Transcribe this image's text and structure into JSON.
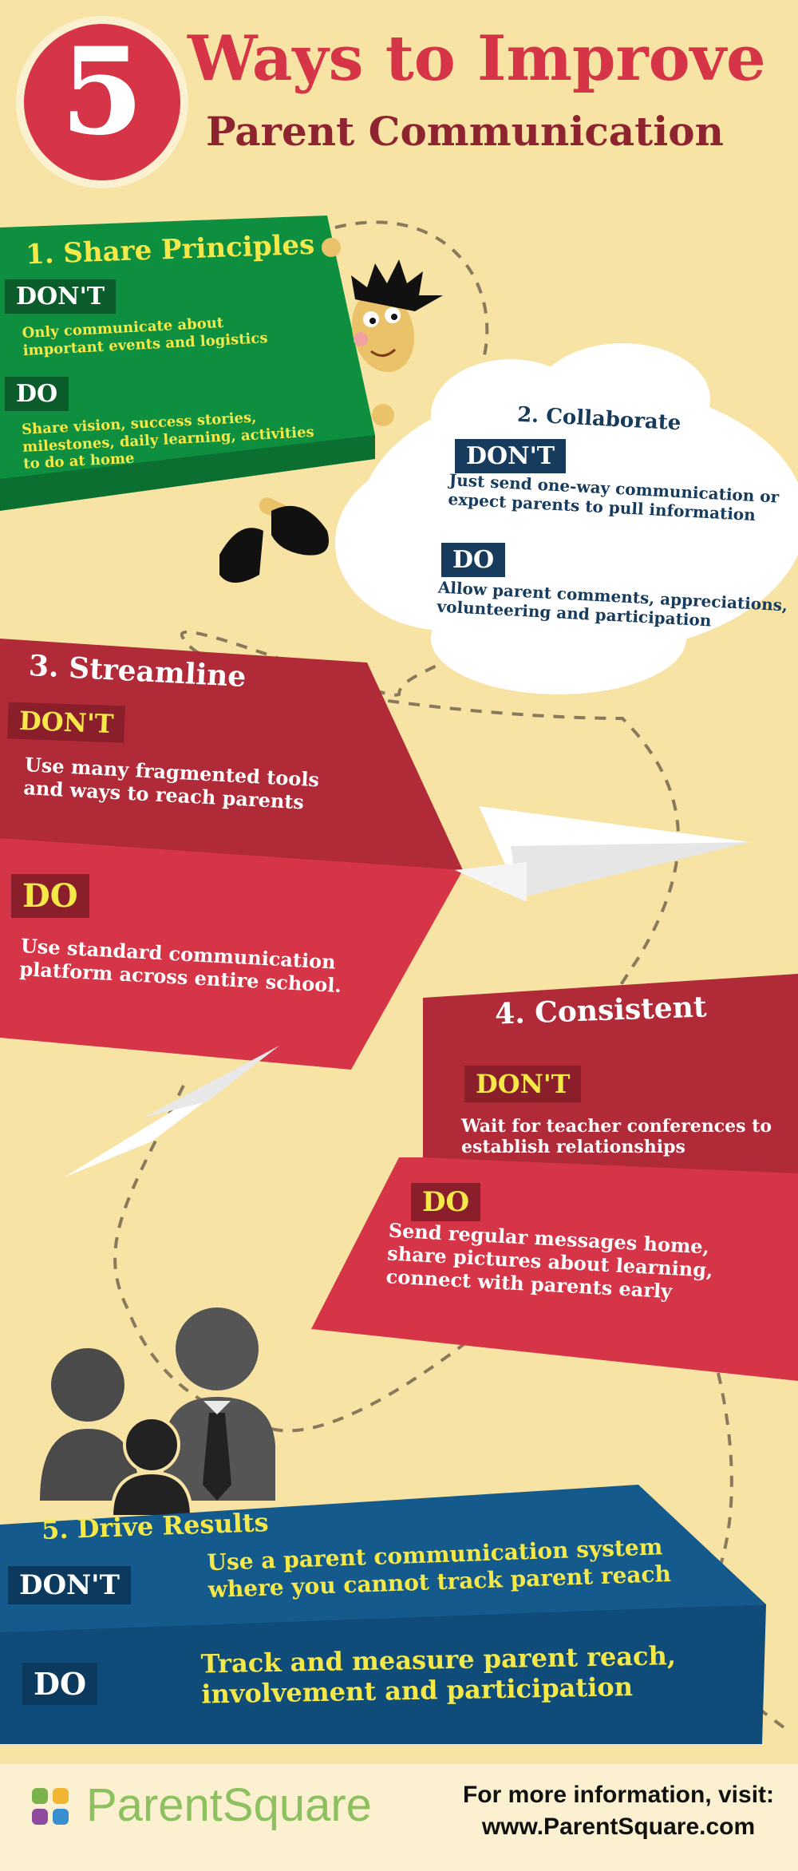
{
  "header": {
    "number": "5",
    "title_line1": "Ways to Improve",
    "title_line2": "Parent Communication"
  },
  "tips": [
    {
      "title": "1. Share Principles",
      "dont_label": "DON'T",
      "dont_text": "Only communicate about important events and logistics",
      "do_label": "DO",
      "do_text": "Share vision, success stories, milestones, daily learning, activities to do at home"
    },
    {
      "title": "2. Collaborate",
      "dont_label": "DON'T",
      "dont_text": "Just send one-way communication or expect parents to pull information",
      "do_label": "DO",
      "do_text": "Allow parent comments, appreciations, volunteering and participation"
    },
    {
      "title": "3. Streamline",
      "dont_label": "DON'T",
      "dont_text": "Use many fragmented tools and ways to reach parents",
      "do_label": "DO",
      "do_text": "Use standard communication platform across entire school."
    },
    {
      "title": "4. Consistent",
      "dont_label": "DON'T",
      "dont_text": "Wait for teacher conferences to establish relationships",
      "do_label": "DO",
      "do_text": "Send regular messages home, share pictures about learning, connect with parents early"
    },
    {
      "title": "5. Drive Results",
      "dont_label": "DON'T",
      "dont_text": "Use a parent communication system where you cannot track parent reach",
      "do_label": "DO",
      "do_text": "Track and measure parent reach, involvement and participation"
    }
  ],
  "footer": {
    "brand": "ParentSquare",
    "info_line1": "For more information, visit:",
    "info_line2": "www.ParentSquare.com"
  },
  "colors": {
    "background": "#f7e3a4",
    "red": "#d63447",
    "dark_red": "#b02a38",
    "green": "#0e8f3f",
    "navy": "#163b5c",
    "blue": "#145a8c",
    "yellow_text": "#f5e94a",
    "footer_bg": "#fbf1d0"
  },
  "icons": [
    "logo-icon",
    "family-silhouette-icon",
    "paper-plane-icon",
    "cartoon-boy-icon",
    "cloud-icon"
  ]
}
